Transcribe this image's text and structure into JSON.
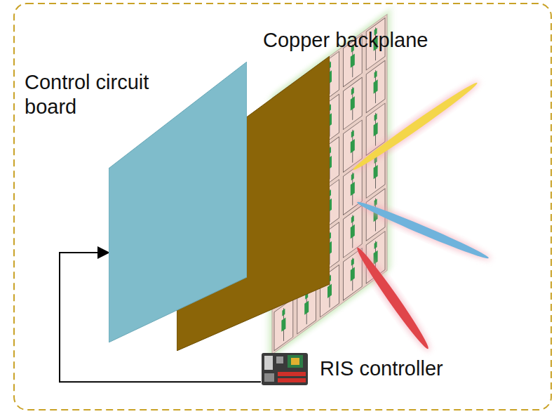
{
  "diagram": {
    "nodes": [
      {
        "text": [
          "Copper backplane"
        ]
      },
      {
        "text": [
          "Control circuit board"
        ]
      },
      {
        "text": [
          "RIS controller"
        ]
      }
    ],
    "edges": [
      {
        "from": 2,
        "to": 1,
        "arrow": "to"
      }
    ]
  }
}
